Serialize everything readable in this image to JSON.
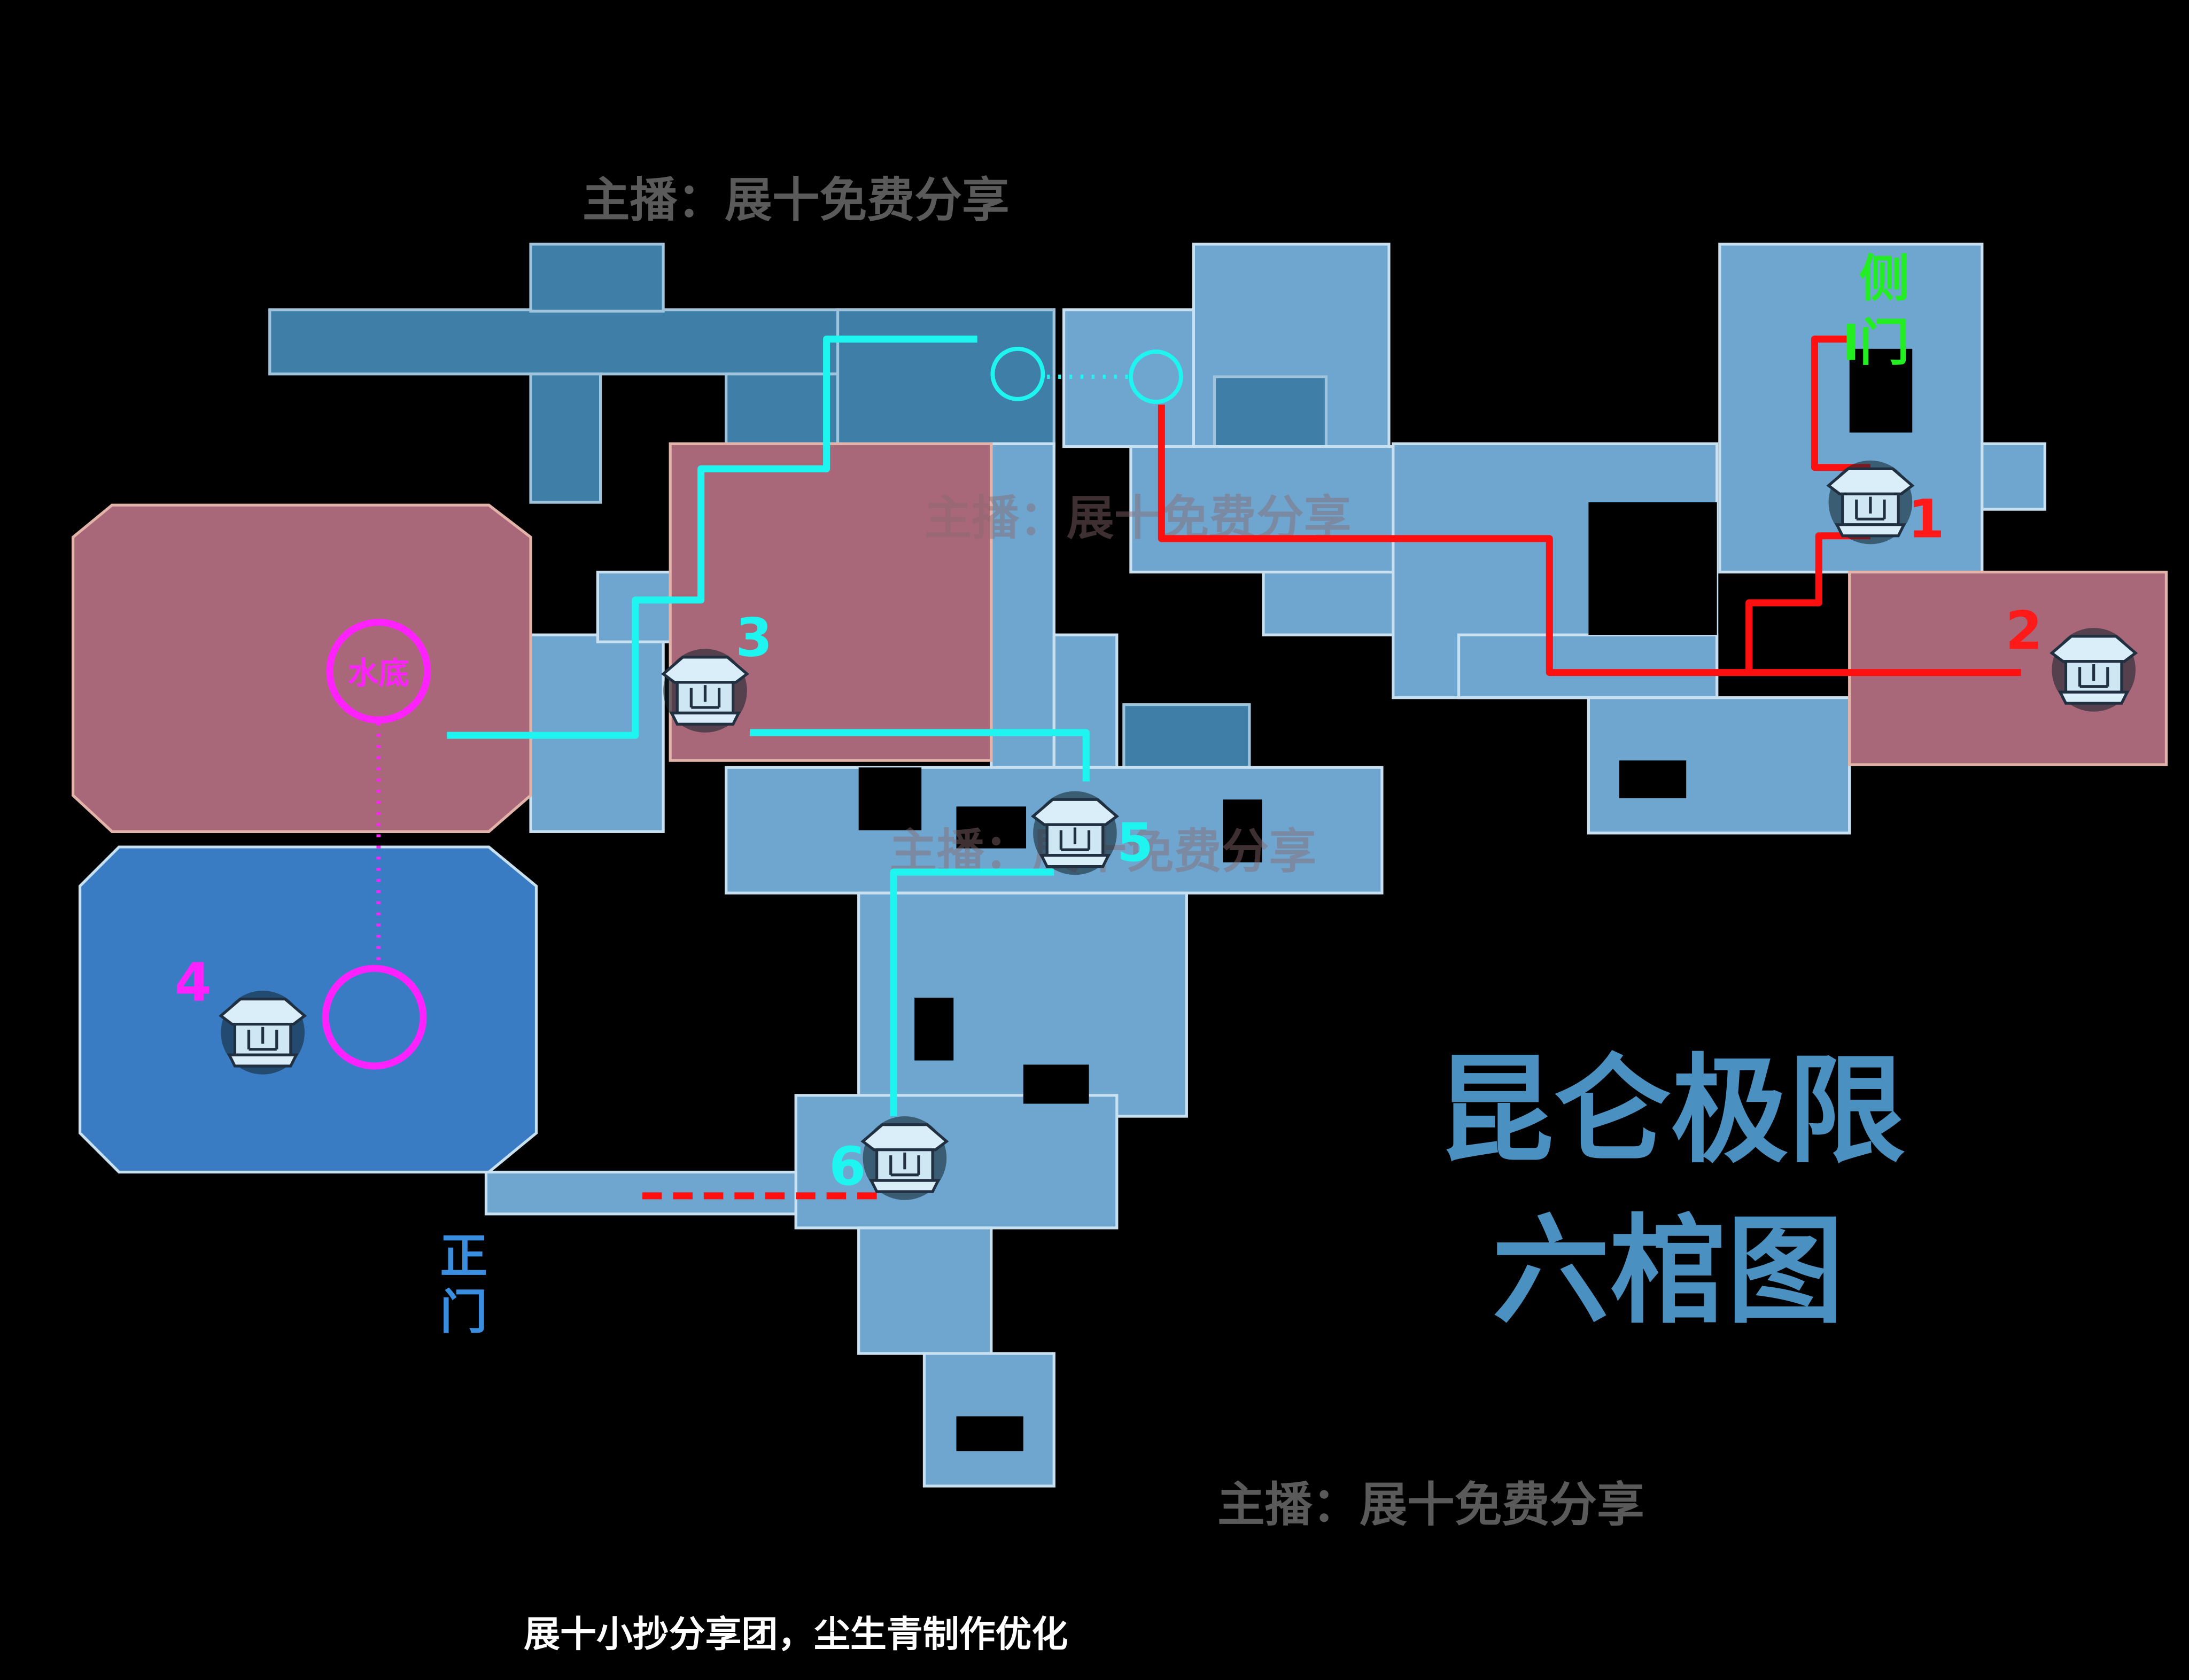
{
  "watermark": "主播：展十免费分享",
  "title_line1": "昆仑极限",
  "title_line2": "六棺图",
  "side_door": [
    "侧",
    "门"
  ],
  "main_door": [
    "正",
    "门"
  ],
  "underwater_label": "水底",
  "footer": "展十小抄分享团，尘生青制作优化",
  "coffins": [
    {
      "number": "1",
      "color": "#ff1a1a"
    },
    {
      "number": "2",
      "color": "#ff1a1a"
    },
    {
      "number": "3",
      "color": "#1ff5f0"
    },
    {
      "number": "4",
      "color": "#ff22ff"
    },
    {
      "number": "5",
      "color": "#1ff5f0"
    },
    {
      "number": "6",
      "color": "#1ff5f0"
    }
  ],
  "colors": {
    "red_route": "#ff1010",
    "cyan_route": "#1ff5f0",
    "magenta_route": "#ff22ff",
    "side_door": "#22ee22",
    "title": "#4a90c0"
  }
}
